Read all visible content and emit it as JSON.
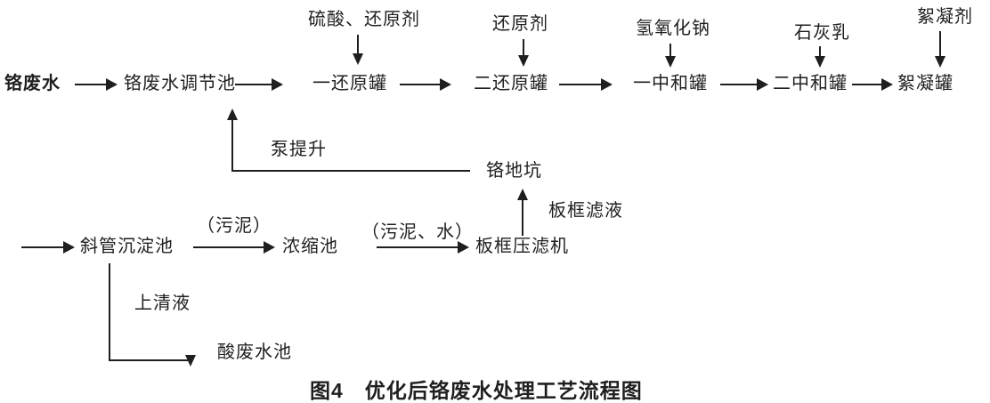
{
  "caption": "图4　优化后铬废水处理工艺流程图",
  "colors": {
    "ink": "#1f1f1f",
    "background": "#ffffff"
  },
  "nodes": {
    "source": "铬废水",
    "regulating_tank": "铬废水调节池",
    "reduction_tank_1": "一还原罐",
    "reduction_tank_2": "二还原罐",
    "neutralization_tank_1": "一中和罐",
    "neutralization_tank_2": "二中和罐",
    "flocculation_tank": "絮凝罐",
    "chrome_pit": "铬地坑",
    "sedimentation_tank": "斜管沉淀池",
    "thickening_tank": "浓缩池",
    "filter_press": "板框压滤机",
    "acid_wastewater_tank": "酸废水池"
  },
  "reagents": {
    "sulfuric_acid_reductant": "硫酸、还原剂",
    "reductant": "还原剂",
    "sodium_hydroxide": "氢氧化钠",
    "lime_milk": "石灰乳",
    "flocculant": "絮凝剂"
  },
  "flow_labels": {
    "pump_lift": "泵提升",
    "filter_liquid": "板框滤液",
    "sludge": "（污泥）",
    "sludge_water": "（污泥、水）",
    "supernatant": "上清液"
  },
  "connections": [
    "铬废水 → 铬废水调节池 → 一还原罐 → 二还原罐 → 一中和罐 → 二中和罐 → 絮凝罐",
    "硫酸、还原剂 ↓ 一还原罐",
    "还原剂 ↓ 二还原罐",
    "氢氧化钠 ↓ 一中和罐",
    "石灰乳 ↓ 二中和罐",
    "絮凝剂 ↓ 絮凝罐",
    "铬地坑 →(泵提升)→ 铬废水调节池",
    "→ 斜管沉淀池 →(污泥)→ 浓缩池 →(污泥、水)→ 板框压滤机",
    "板框压滤机 ↑(板框滤液) 铬地坑",
    "斜管沉淀池 ↓(上清液) 酸废水池"
  ]
}
